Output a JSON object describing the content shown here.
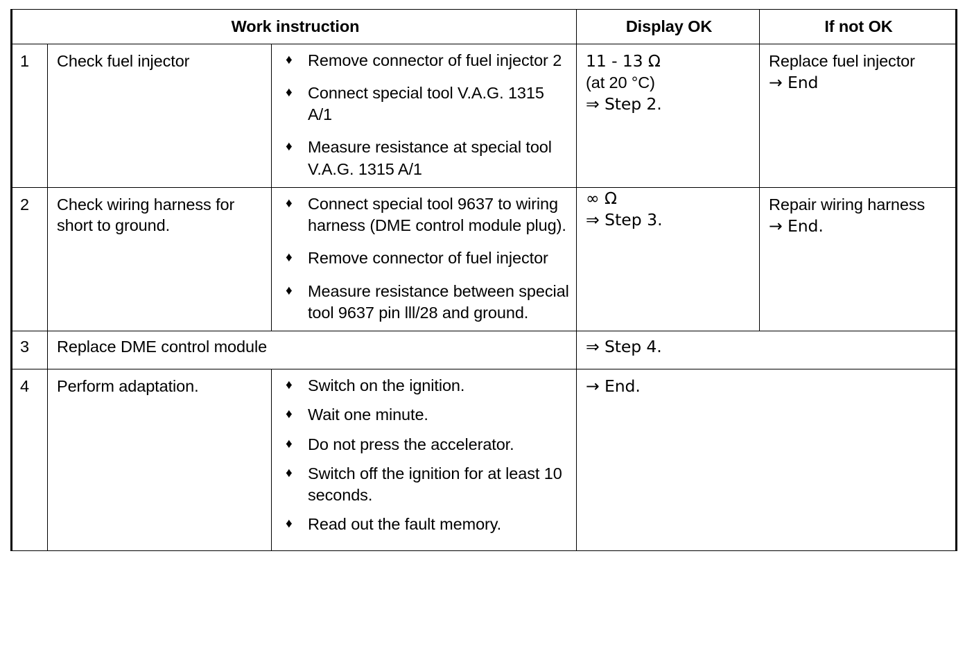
{
  "document": {
    "type": "diagnostic-work-instruction-table",
    "title": "Work instruction"
  },
  "table": {
    "headers": {
      "work_instruction": "Work instruction",
      "display_ok": "Display OK",
      "if_not_ok": "If not OK"
    },
    "rows": [
      {
        "number": "1",
        "task": "Check fuel injector",
        "steps": [
          "Remove connector of fuel injector 2",
          "Connect special tool V.A.G. 1315 A/1",
          "Measure resistance at special tool V.A.G. 1315 A/1"
        ],
        "display_ok": [
          "11 - 13 Ω",
          "(at 20 °C)",
          "⇒ Step 2."
        ],
        "if_not_ok": [
          "Replace fuel injector",
          "→ End"
        ]
      },
      {
        "number": "2",
        "task": "Check wiring harness for short to ground.",
        "steps": [
          "Connect special tool 9637 to wiring harness (DME control module plug).",
          "Remove connector of fuel injector",
          "Measure resistance between special tool 9637 pin lll/28 and ground."
        ],
        "display_ok": [
          "∞ Ω",
          "⇒ Step 3."
        ],
        "if_not_ok": [
          "Repair wiring harness",
          "→ End."
        ]
      },
      {
        "number": "3",
        "task": "Replace DME control module",
        "steps": [],
        "display_ok": [
          "⇒ Step 4."
        ],
        "if_not_ok": []
      },
      {
        "number": "4",
        "task": "Perform adaptation.",
        "steps": [
          "Switch on the ignition.",
          "Wait one minute.",
          "Do not press the accelerator.",
          "Switch off the ignition for at least 10 seconds.",
          "Read out the fault memory."
        ],
        "display_ok": [
          "→ End."
        ],
        "if_not_ok": []
      }
    ]
  },
  "glyphs": {
    "bullet": "♦"
  }
}
